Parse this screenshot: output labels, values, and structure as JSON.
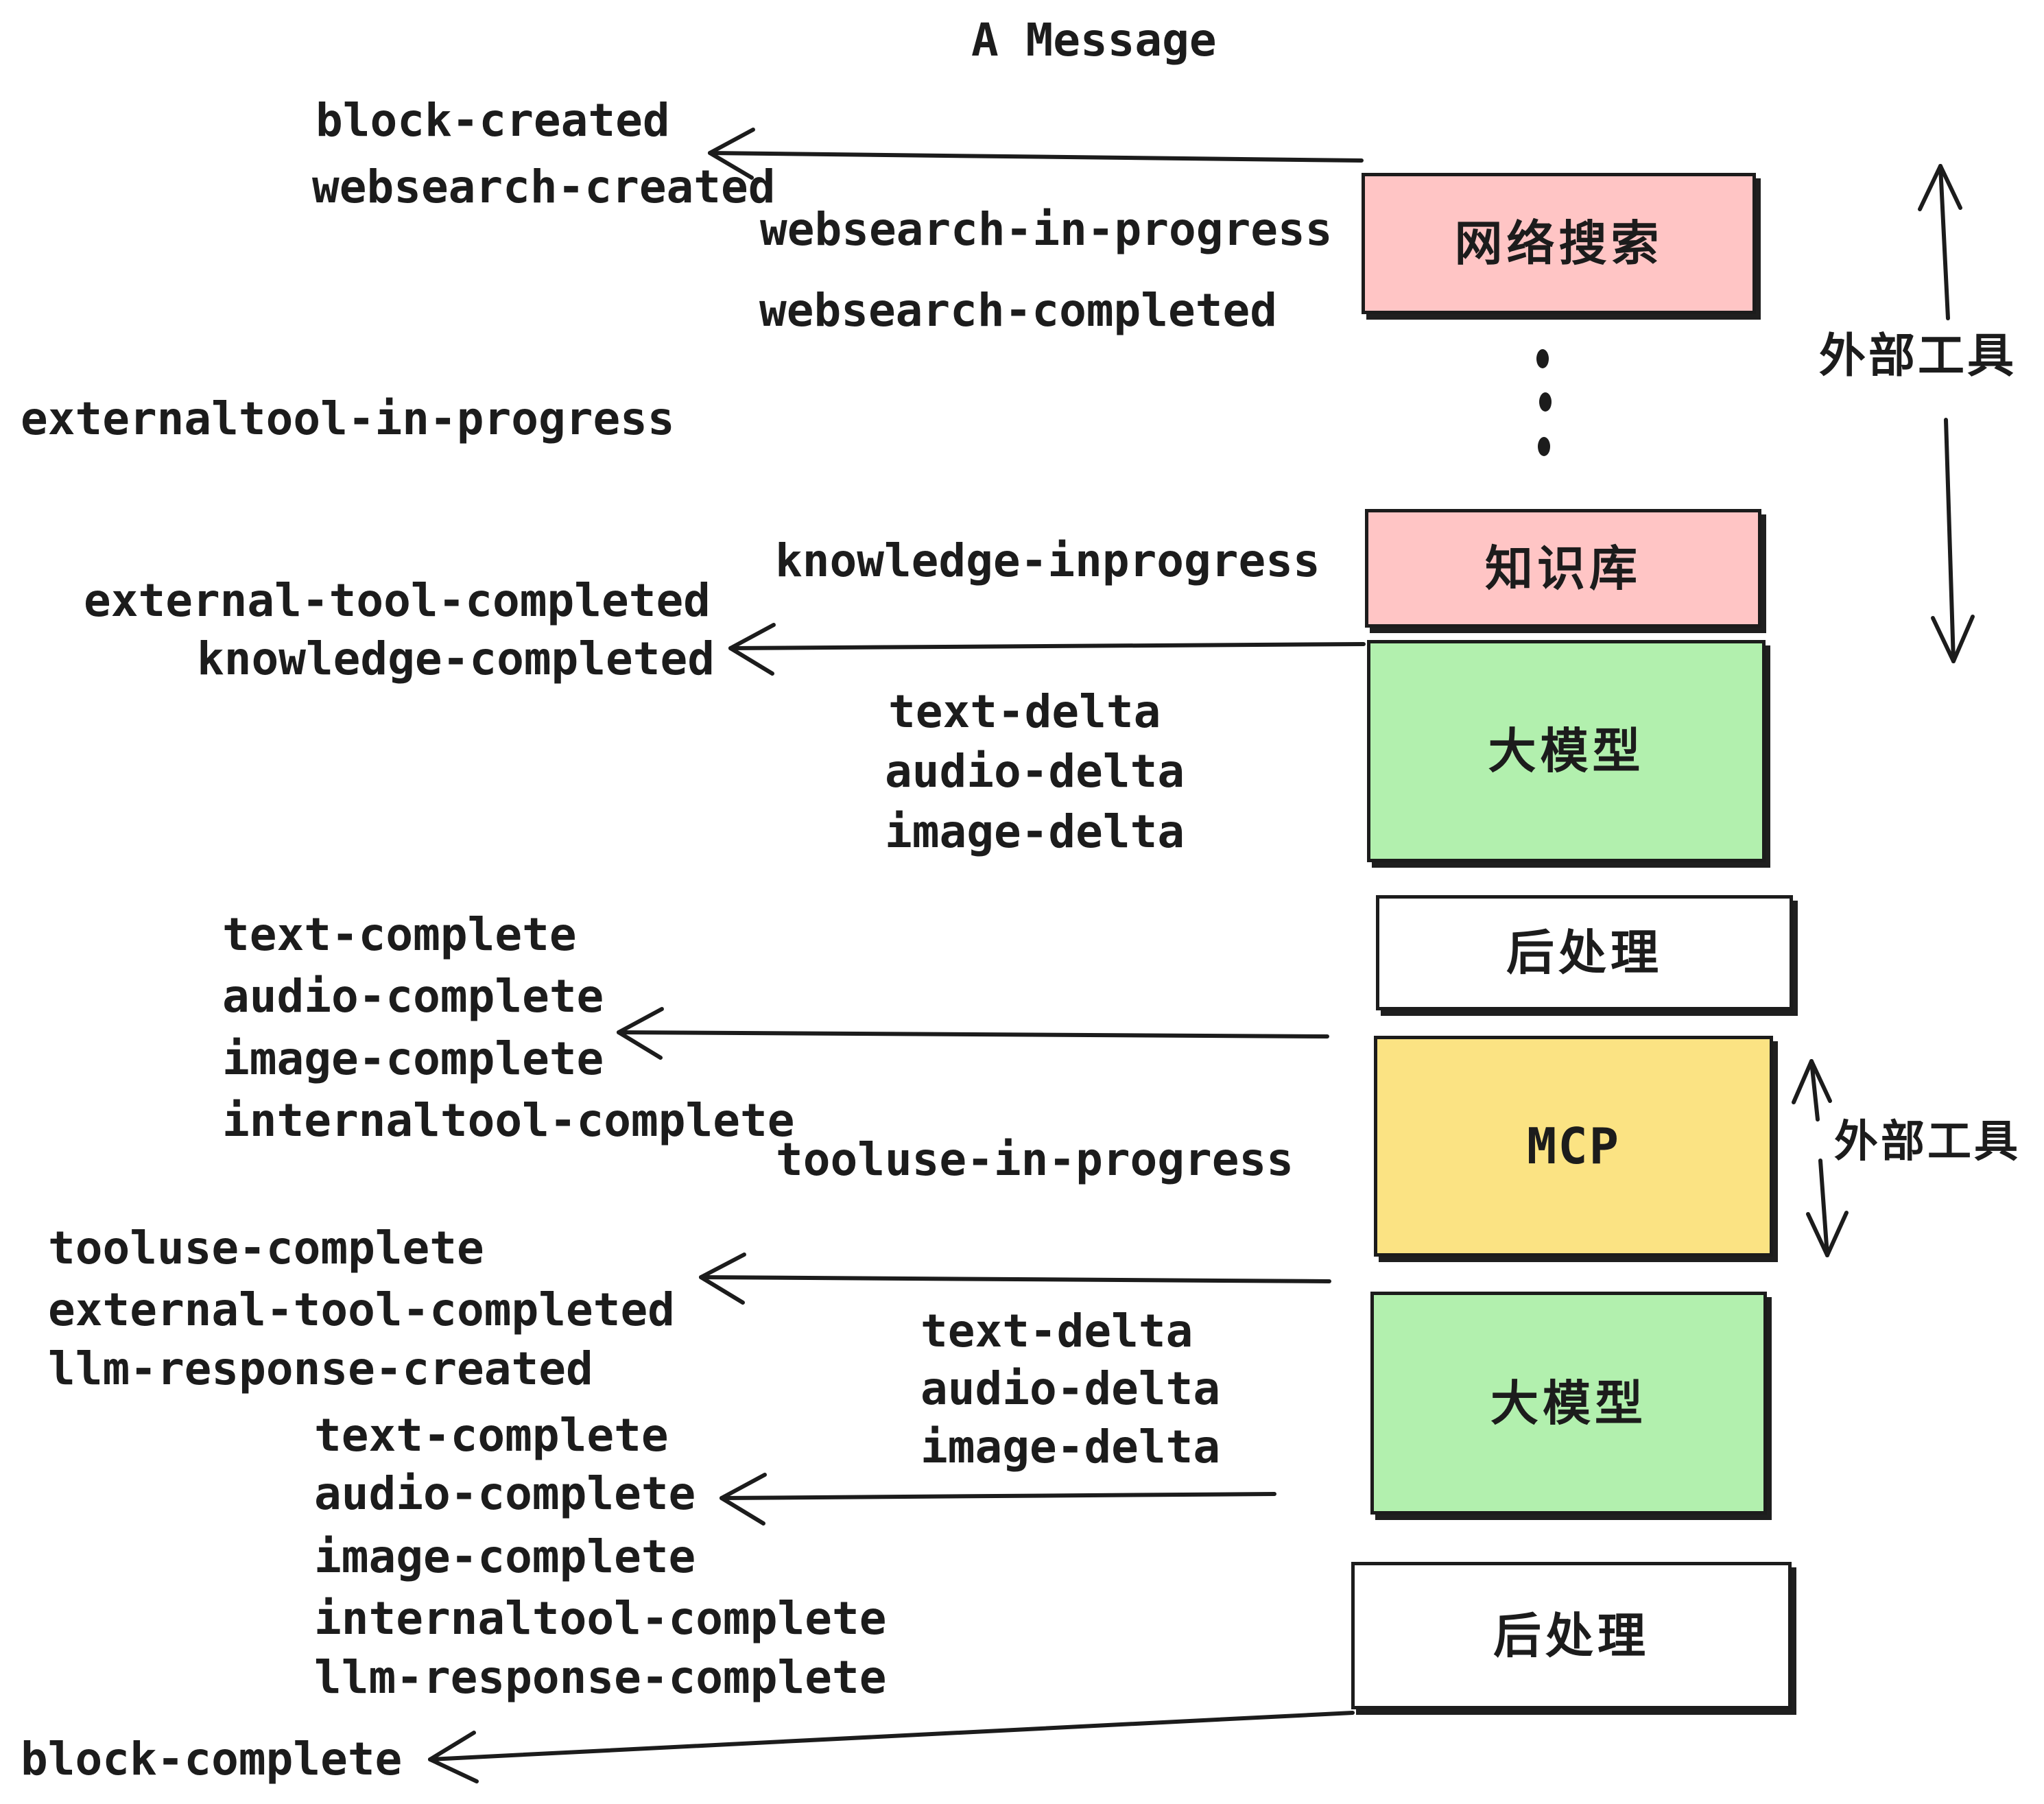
{
  "title": "A Message",
  "colors": {
    "pink": "#FFC5C5",
    "green": "#B2F0AE",
    "yellow": "#FBE383",
    "white": "#FFFFFF",
    "ink": "#1C1C1C"
  },
  "boxes": {
    "websearch": {
      "label": "网络搜索"
    },
    "knowledge": {
      "label": "知识库"
    },
    "llm1": {
      "label": "大模型"
    },
    "post1": {
      "label": "后处理"
    },
    "mcp": {
      "label": "MCP"
    },
    "llm2": {
      "label": "大模型"
    },
    "post2": {
      "label": "后处理"
    }
  },
  "side_labels": {
    "external_tools_top": "外部工具",
    "external_tools_bottom": "外部工具"
  },
  "events": {
    "block_created": "block-created",
    "websearch_created": "websearch-created",
    "websearch_in_progress": "websearch-in-progress",
    "websearch_completed": "websearch-completed",
    "externaltool_in_progress": "externaltool-in-progress",
    "knowledge_inprogress": "knowledge-inprogress",
    "external_tool_completed_1": "external-tool-completed",
    "knowledge_completed": "knowledge-completed",
    "text_delta_1": "text-delta",
    "audio_delta_1": "audio-delta",
    "image_delta_1": "image-delta",
    "text_complete_1": "text-complete",
    "audio_complete_1": "audio-complete",
    "image_complete_1": "image-complete",
    "internaltool_complete_1": "internaltool-complete",
    "tooluse_in_progress": "tooluse-in-progress",
    "tooluse_complete": "tooluse-complete",
    "external_tool_completed_2": "external-tool-completed",
    "llm_response_created": "llm-response-created",
    "text_delta_2": "text-delta",
    "audio_delta_2": "audio-delta",
    "image_delta_2": "image-delta",
    "text_complete_2": "text-complete",
    "audio_complete_2": "audio-complete",
    "image_complete_2": "image-complete",
    "internaltool_complete_2": "internaltool-complete",
    "llm_response_complete": "llm-response-complete",
    "block_complete": "block-complete"
  }
}
